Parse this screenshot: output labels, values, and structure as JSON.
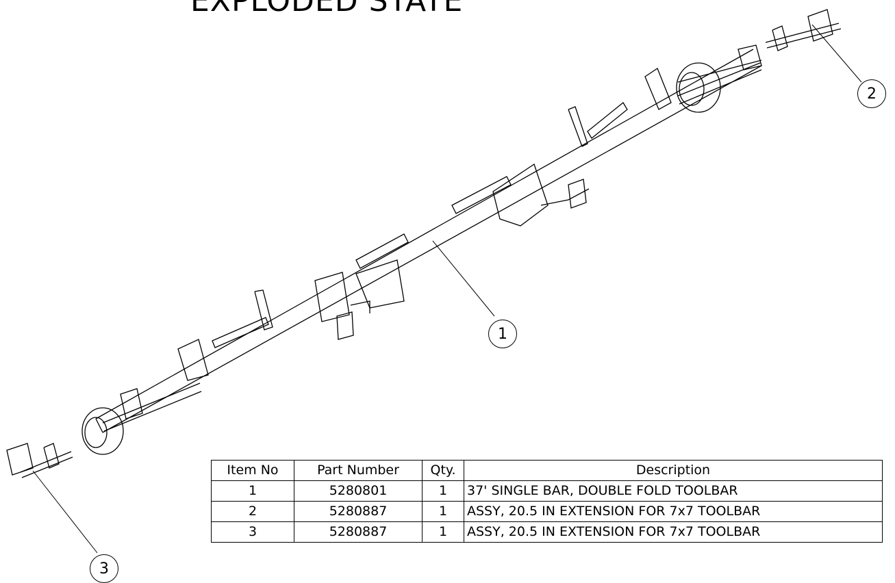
{
  "drawing": {
    "title": "EXPLODED STATE"
  },
  "balloons": [
    {
      "label": "1"
    },
    {
      "label": "2"
    },
    {
      "label": "3"
    }
  ],
  "bom": {
    "headers": [
      "Item No",
      "Part Number",
      "Qty.",
      "Description"
    ],
    "rows": [
      {
        "item": "1",
        "part": "5280801",
        "qty": "1",
        "desc": "37' SINGLE BAR, DOUBLE FOLD TOOLBAR"
      },
      {
        "item": "2",
        "part": "5280887",
        "qty": "1",
        "desc": "ASSY, 20.5 IN EXTENSION FOR 7x7 TOOLBAR"
      },
      {
        "item": "3",
        "part": "5280887",
        "qty": "1",
        "desc": "ASSY, 20.5 IN EXTENSION FOR 7x7 TOOLBAR"
      }
    ]
  }
}
